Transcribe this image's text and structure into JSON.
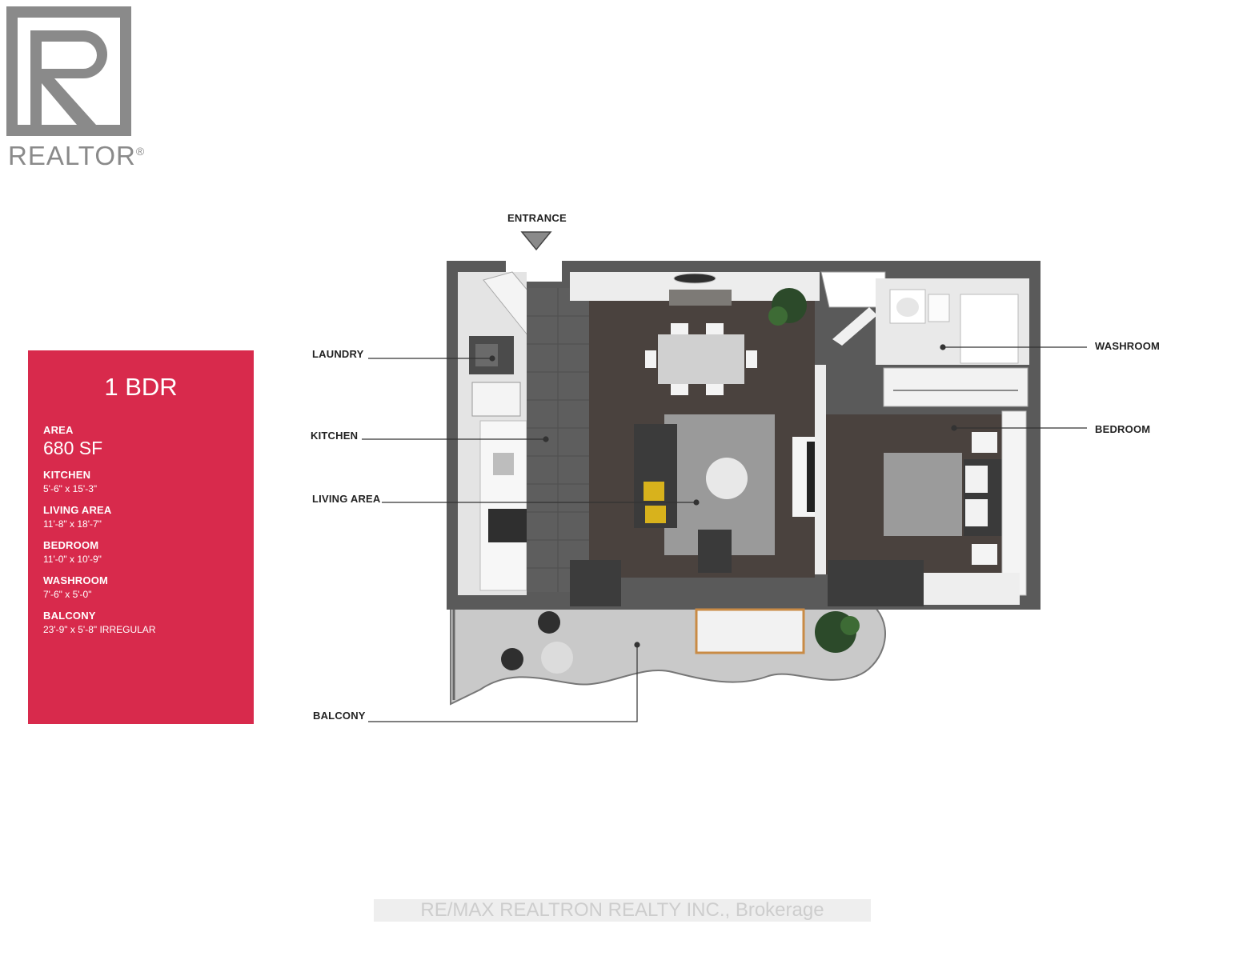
{
  "logo": {
    "text": "REALTOR",
    "mark": "®"
  },
  "unit": {
    "title": "1 BDR",
    "specs": [
      {
        "label": "AREA",
        "value": "680 SF"
      },
      {
        "label": "KITCHEN",
        "value": "5'-6\" x 15'-3\""
      },
      {
        "label": "LIVING AREA",
        "value": "11'-8\" x 18'-7\""
      },
      {
        "label": "BEDROOM",
        "value": "11'-0\" x 10'-9\""
      },
      {
        "label": "WASHROOM",
        "value": "7'-6\" x 5'-0\""
      },
      {
        "label": "BALCONY",
        "value": "23'-9\" x 5'-8\" IRREGULAR"
      }
    ]
  },
  "plan": {
    "entrance": "ENTRANCE",
    "callouts": {
      "laundry": "LAUNDRY",
      "kitchen": "KITCHEN",
      "living_area": "LIVING AREA",
      "balcony": "BALCONY",
      "washroom": "WASHROOM",
      "bedroom": "BEDROOM"
    }
  },
  "watermark": "RE/MAX REALTRON REALTY INC., Brokerage",
  "colors": {
    "panel": "#d82a4c",
    "wall": "#5a5a5a",
    "floor": "#4a423e",
    "tile": "#5e5e5e",
    "balcony": "#c9c9c9",
    "accent": "#d8b21c",
    "plant": "#2c4a2a"
  }
}
